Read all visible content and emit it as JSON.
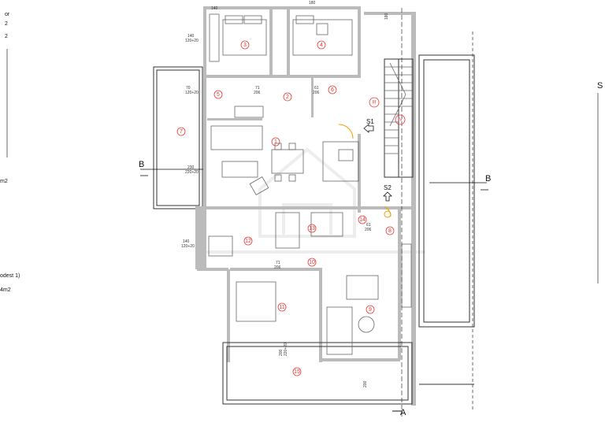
{
  "left_legend": {
    "line1": "or",
    "line2": "2",
    "line3": "2",
    "line4": "m2",
    "line5": "odest 1)",
    "line6": "4m2"
  },
  "right_marker": "S",
  "section_markers": {
    "b_left": "B",
    "b_right": "B",
    "a": "A",
    "s1": "S1",
    "s2": "S2"
  },
  "rooms": [
    "1",
    "2",
    "3",
    "4",
    "5",
    "6",
    "7",
    "8",
    "9",
    "10",
    "11",
    "12",
    "13",
    "14",
    "15",
    "III",
    "IV"
  ],
  "dimensions": {
    "d1": "140",
    "d1b": "120+20",
    "d2": "70",
    "d2b": "120+20",
    "d3": "71",
    "d3b": "206",
    "d4": "61",
    "d4b": "206",
    "d5": "230",
    "d5b": "220+20",
    "d6": "140",
    "d6b": "120+20",
    "d7": "71",
    "d7b": "206",
    "d8": "61",
    "d8b": "206",
    "d9": "200",
    "d9b": "220+20",
    "d10": "200",
    "d11": "180",
    "d12": "180",
    "d13": "140"
  }
}
